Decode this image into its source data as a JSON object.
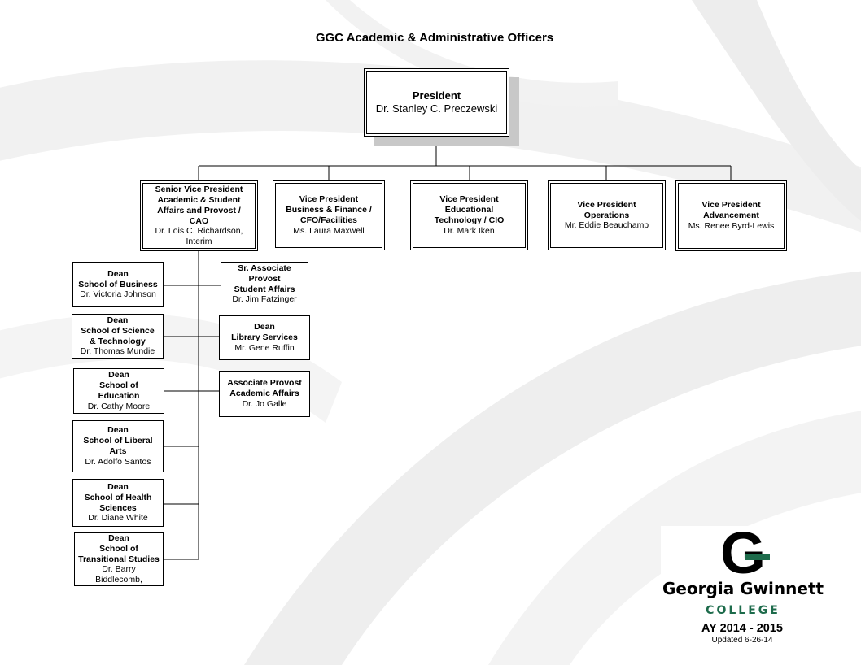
{
  "title": "GGC Academic & Administrative Officers",
  "president": {
    "role": "President",
    "name": "Dr. Stanley C. Preczewski"
  },
  "vps": [
    {
      "role": "Senior Vice President\nAcademic & Student\nAffairs and Provost /\nCAO",
      "name": "Dr. Lois C. Richardson,\nInterim"
    },
    {
      "role": "Vice President\nBusiness & Finance /\nCFO/Facilities",
      "name": "Ms. Laura Maxwell"
    },
    {
      "role": "Vice President\nEducational\nTechnology / CIO",
      "name": "Dr. Mark Iken"
    },
    {
      "role": "Vice President\nOperations",
      "name": "Mr. Eddie Beauchamp"
    },
    {
      "role": "Vice President\nAdvancement",
      "name": "Ms. Renee Byrd-Lewis"
    }
  ],
  "deans_left": [
    {
      "role": "Dean\nSchool of Business",
      "name": "Dr. Victoria Johnson"
    },
    {
      "role": "Dean\nSchool of Science\n& Technology",
      "name": "Dr. Thomas Mundie"
    },
    {
      "role": "Dean\nSchool of\nEducation",
      "name": "Dr. Cathy Moore"
    },
    {
      "role": "Dean\nSchool of Liberal\nArts",
      "name": "Dr. Adolfo Santos"
    },
    {
      "role": "Dean\nSchool of Health\nSciences",
      "name": "Dr. Diane White"
    },
    {
      "role": "Dean\nSchool of\nTransitional Studies",
      "name": "Dr. Barry Biddlecomb,"
    }
  ],
  "right_reports": [
    {
      "role": "Sr. Associate\nProvost\nStudent Affairs",
      "name": "Dr. Jim Fatzinger"
    },
    {
      "role": "Dean\nLibrary Services",
      "name": "Mr. Gene Ruffin"
    },
    {
      "role": "Associate Provost\nAcademic Affairs",
      "name": "Dr. Jo Galle"
    }
  ],
  "logo": {
    "line1": "Georgia Gwinnett",
    "line2": "COLLEGE",
    "monogram": "G",
    "color": "#1d6b4b"
  },
  "academic_year": "AY 2014 - 2015",
  "updated": "Updated 6-26-14"
}
